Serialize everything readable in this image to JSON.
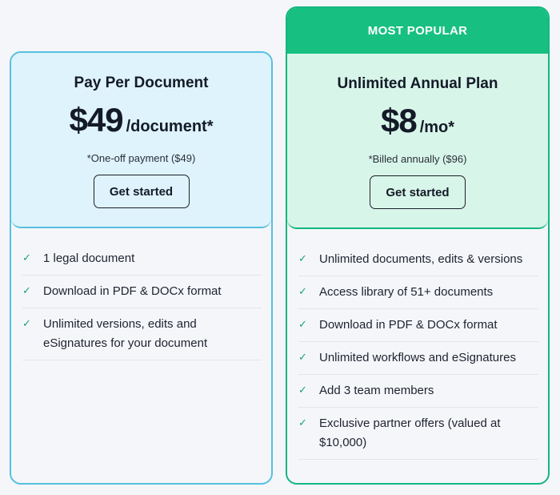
{
  "plans": [
    {
      "id": "ppd",
      "title": "Pay Per Document",
      "price": "$49",
      "unit": "/document*",
      "note": "*One-off payment ($49)",
      "cta": "Get started",
      "features": [
        "1 legal document",
        "Download in PDF & DOCx format",
        "Unlimited versions, edits and eSignatures for your document"
      ]
    },
    {
      "id": "annual",
      "badge": "MOST POPULAR",
      "title": "Unlimited Annual Plan",
      "price": "$8",
      "unit": "/mo*",
      "note": "*Billed annually ($96)",
      "cta": "Get started",
      "features": [
        "Unlimited documents, edits & versions",
        "Access library of 51+ documents",
        "Download in PDF & DOCx format",
        "Unlimited workflows and eSignatures",
        "Add 3 team members",
        "Exclusive partner offers (valued at $10,000)"
      ]
    }
  ],
  "icons": {
    "feature": "checkmark-icon"
  },
  "colors": {
    "ppd_accent": "#56c0e0",
    "ppd_header_bg": "#def3fb",
    "annual_accent": "#17c081",
    "annual_header_bg": "#d8f5e9",
    "check": "#17a56f"
  }
}
